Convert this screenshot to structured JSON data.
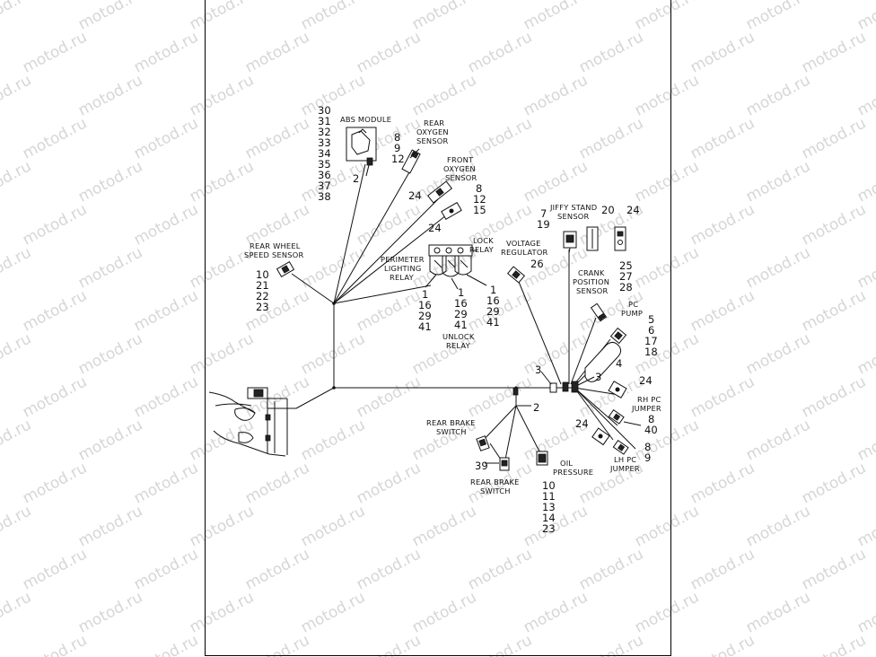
{
  "watermark_text": "motod.ru",
  "components": {
    "abs_module": {
      "label": [
        "ABS MODULE"
      ],
      "refs": [
        "30",
        "31",
        "32",
        "33",
        "34",
        "35",
        "36",
        "37",
        "38"
      ],
      "ref2": "2"
    },
    "rear_oxygen_sensor": {
      "label": [
        "REAR",
        "OXYGEN",
        "SENSOR"
      ],
      "refs": [
        "8",
        "9",
        "12"
      ],
      "ref2": "24"
    },
    "front_oxygen_sensor": {
      "label": [
        "FRONT",
        "OXYGEN",
        "SENSOR"
      ],
      "refs": [
        "8",
        "12",
        "15"
      ],
      "ref2": "24"
    },
    "rear_wheel_speed_sensor": {
      "label": [
        "REAR WHEEL",
        "SPEED SENSOR"
      ],
      "refs": [
        "10",
        "21",
        "22",
        "23"
      ]
    },
    "lock_relay": {
      "label": [
        "LOCK",
        "RELAY"
      ],
      "refs": [
        "1",
        "16",
        "29",
        "41"
      ]
    },
    "perimeter_lighting_relay": {
      "label": [
        "PERIMETER",
        "LIGHTING",
        "RELAY"
      ],
      "refs": [
        "1",
        "16",
        "29",
        "41"
      ]
    },
    "unlock_relay": {
      "label": [
        "UNLOCK",
        "RELAY"
      ],
      "refs": [
        "1",
        "16",
        "29",
        "41"
      ]
    },
    "voltage_regulator": {
      "label": [
        "VOLTAGE",
        "REGULATOR"
      ],
      "refs": [
        "26"
      ]
    },
    "jiffy_stand_sensor": {
      "label": [
        "JIFFY STAND",
        "SENSOR"
      ],
      "refs": [
        "7",
        "19"
      ],
      "ref_20": "20",
      "ref_24": "24"
    },
    "crank_position_sensor": {
      "label": [
        "CRANK",
        "POSITION",
        "SENSOR"
      ],
      "refs": [
        "25",
        "27",
        "28"
      ]
    },
    "pc_pump": {
      "label": [
        "PC",
        "PUMP"
      ],
      "refs": [
        "5",
        "6",
        "17",
        "18"
      ],
      "ref_4": "4"
    },
    "rh_pc_jumper": {
      "label": [
        "RH PC",
        "JUMPER"
      ],
      "refs": [
        "8",
        "40"
      ],
      "ref_24": "24"
    },
    "lh_pc_jumper": {
      "label": [
        "LH PC",
        "JUMPER"
      ],
      "refs": [
        "8",
        "9"
      ],
      "ref_24": "24"
    },
    "rear_brake_switch_upper": {
      "label": [
        "REAR BRAKE",
        "SWITCH"
      ],
      "ref": "39"
    },
    "rear_brake_switch_lower": {
      "label": [
        "REAR BRAKE",
        "SWITCH"
      ]
    },
    "oil_pressure": {
      "label": [
        "OIL",
        "PRESSURE"
      ],
      "refs": [
        "10",
        "11",
        "13",
        "14",
        "23"
      ]
    },
    "callouts": {
      "ref_3a": "3",
      "ref_3b": "3",
      "ref_2": "2"
    }
  }
}
